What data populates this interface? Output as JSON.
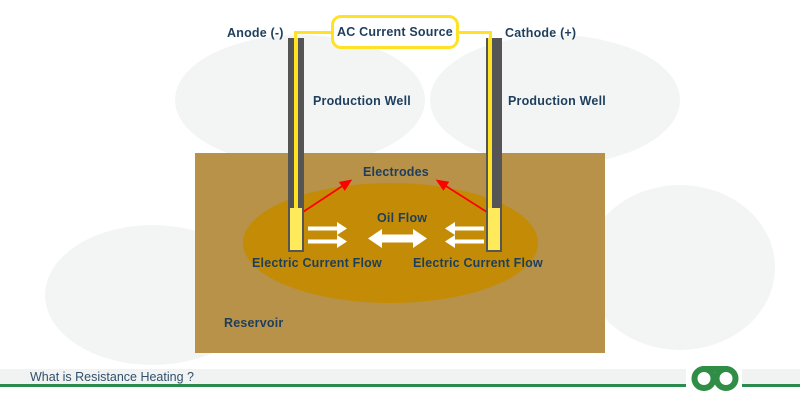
{
  "header": {
    "source_box": "AC Current Source",
    "anode": "Anode (-)",
    "cathode": "Cathode (+)"
  },
  "wells": {
    "left_label": "Production Well",
    "right_label": "Production Well"
  },
  "reservoir": {
    "label": "Reservoir",
    "electrodes_label": "Electrodes",
    "oil_flow_label": "Oil Flow",
    "current_flow_left": "Electric Current Flow",
    "current_flow_right": "Electric Current Flow"
  },
  "footer": {
    "title": "What is Resistance Heating ?",
    "logo_name": "geeksforgeeks-logo"
  },
  "icons": {
    "oil_flow_arrow": "white double-headed horizontal arrow",
    "current_flow_arrows": "white single-headed arrows toward center",
    "electrode_pointer_arrows": "red arrows pointing to Electrodes label"
  },
  "colors": {
    "reservoir_tan": "#b79248",
    "heated_zone": "#c48c06",
    "well_casing_gray": "#555555",
    "wire_yellow": "#ffe226",
    "electrode_yellow": "#ffea5c",
    "label_navy": "#1e3e5c",
    "pointer_red": "#ff0000",
    "footer_bar_gray": "#f1f2f2",
    "footer_line_green": "#2b8a4c",
    "brand_green": "#2f8d46"
  }
}
